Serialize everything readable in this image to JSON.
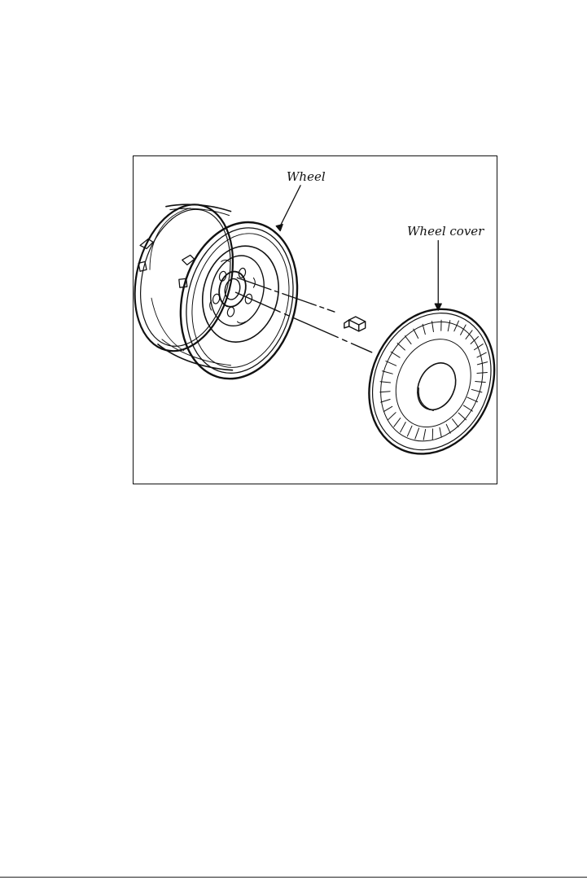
{
  "figure": {
    "labels": {
      "wheel": "Wheel",
      "wheel_cover": "Wheel cover"
    }
  },
  "colors": {
    "ink": "#111111",
    "paper": "#ffffff"
  },
  "icons": [
    "wheel-drawing",
    "lug-nut-drawing",
    "wheel-cover-drawing"
  ]
}
